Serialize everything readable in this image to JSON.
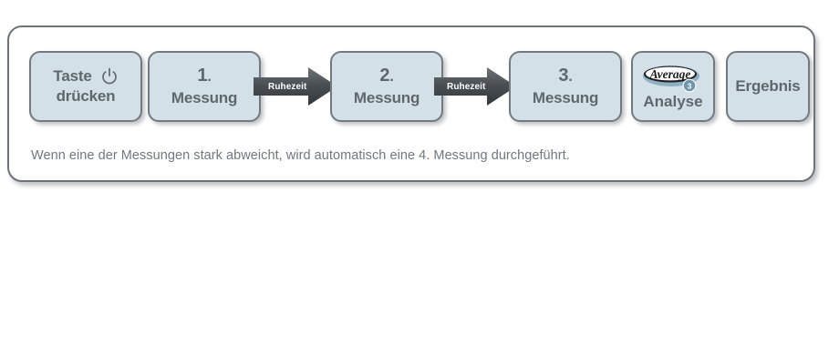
{
  "diagram": {
    "title_visible": false,
    "colors": {
      "box_fill": "#d4e0e8",
      "box_border": "#737a7f",
      "panel_border": "#6e7377",
      "text": "#5f676c",
      "caption_text": "#70787d",
      "arrow_fill_dark": "#3c4145",
      "arrow_fill_light": "#6b7176",
      "logo_blue": "#7fa3b8",
      "logo_dark": "#1b1b1b"
    },
    "steps": [
      {
        "id": "taste",
        "lines": [
          "Taste",
          "drücken"
        ],
        "icon": "power-icon"
      },
      {
        "id": "messung-1",
        "number": "1",
        "dot": ".",
        "lines": [
          "Messung"
        ]
      },
      {
        "id": "messung-2",
        "number": "2",
        "dot": ".",
        "lines": [
          "Messung"
        ]
      },
      {
        "id": "messung-3",
        "number": "3",
        "dot": ".",
        "lines": [
          "Messung"
        ]
      },
      {
        "id": "analyse",
        "logo": {
          "word": "Average",
          "badge": "3"
        },
        "lines": [
          "Analyse"
        ]
      },
      {
        "id": "ergebnis",
        "lines": [
          "Ergebnis"
        ]
      }
    ],
    "arrows": [
      {
        "id": "arrow-1",
        "label": "Ruhezeit"
      },
      {
        "id": "arrow-2",
        "label": "Ruhezeit"
      }
    ],
    "caption": "Wenn eine der Messungen stark abweicht, wird automatisch eine 4. Messung durchgeführt."
  }
}
